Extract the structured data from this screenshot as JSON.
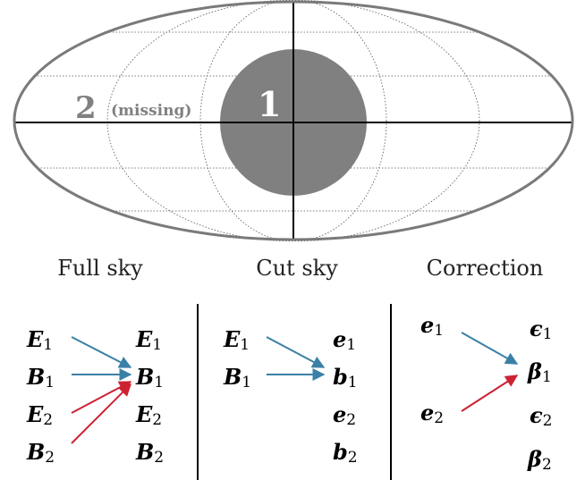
{
  "map": {
    "region1_label": "1",
    "region2_label": "2",
    "region2_note": "(missing)"
  },
  "columns": {
    "full_sky": "Full sky",
    "cut_sky": "Cut sky",
    "correction": "Correction"
  },
  "full_sky": {
    "left": [
      {
        "sym": "E",
        "sub": "1"
      },
      {
        "sym": "B",
        "sub": "1"
      },
      {
        "sym": "E",
        "sub": "2"
      },
      {
        "sym": "B",
        "sub": "2"
      }
    ],
    "right": [
      {
        "sym": "E",
        "sub": "1"
      },
      {
        "sym": "B",
        "sub": "1"
      },
      {
        "sym": "E",
        "sub": "2"
      },
      {
        "sym": "B",
        "sub": "2"
      }
    ]
  },
  "cut_sky": {
    "left": [
      {
        "sym": "E",
        "sub": "1"
      },
      {
        "sym": "B",
        "sub": "1"
      }
    ],
    "right": [
      {
        "sym": "e",
        "sub": "1"
      },
      {
        "sym": "b",
        "sub": "1"
      },
      {
        "sym": "e",
        "sub": "2"
      },
      {
        "sym": "b",
        "sub": "2"
      }
    ]
  },
  "correction": {
    "left": [
      {
        "sym": "e",
        "sub": "1"
      },
      {
        "sym": "e",
        "sub": "2"
      }
    ],
    "right": [
      {
        "sym": "ϵ",
        "sub": "1"
      },
      {
        "sym": "β",
        "sub": "1"
      },
      {
        "sym": "ϵ",
        "sub": "2"
      },
      {
        "sym": "β",
        "sub": "2"
      }
    ]
  },
  "colors": {
    "blue_arrow": "#3a80a6",
    "red_arrow": "#cc2232",
    "region_fill": "#808080",
    "outline": "#7a7a7a"
  }
}
